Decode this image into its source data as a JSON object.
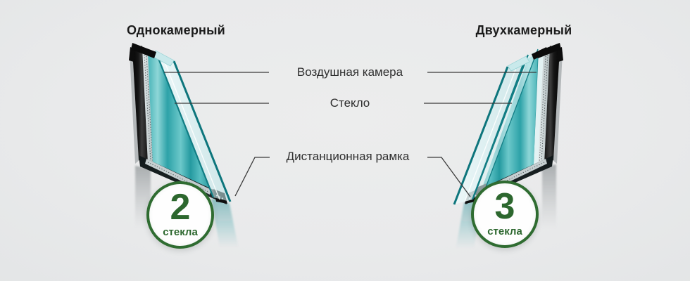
{
  "units": {
    "left": {
      "title": "Однокамерный",
      "badge": {
        "number": "2",
        "caption": "стекла"
      }
    },
    "right": {
      "title": "Двухкамерный",
      "badge": {
        "number": "3",
        "caption": "стекла"
      }
    }
  },
  "callouts": {
    "air_chamber": {
      "label": "Воздушная камера"
    },
    "glass": {
      "label": "Стекло"
    },
    "spacer_frame": {
      "label": "Дистанционная рамка"
    }
  },
  "colors": {
    "background": "#e9eaeb",
    "chamber_teal": "#2da2a8",
    "glass_edge_teal": "#117d84",
    "frame_black": "#0d0d0d",
    "spacer_gray": "#c6cfd1",
    "badge_green": "#2f6c31",
    "badge_text_green": "#2c672e",
    "leader_line": "#3a3a3a",
    "title_text": "#1b1b1b",
    "label_text": "#2e2e2e"
  }
}
